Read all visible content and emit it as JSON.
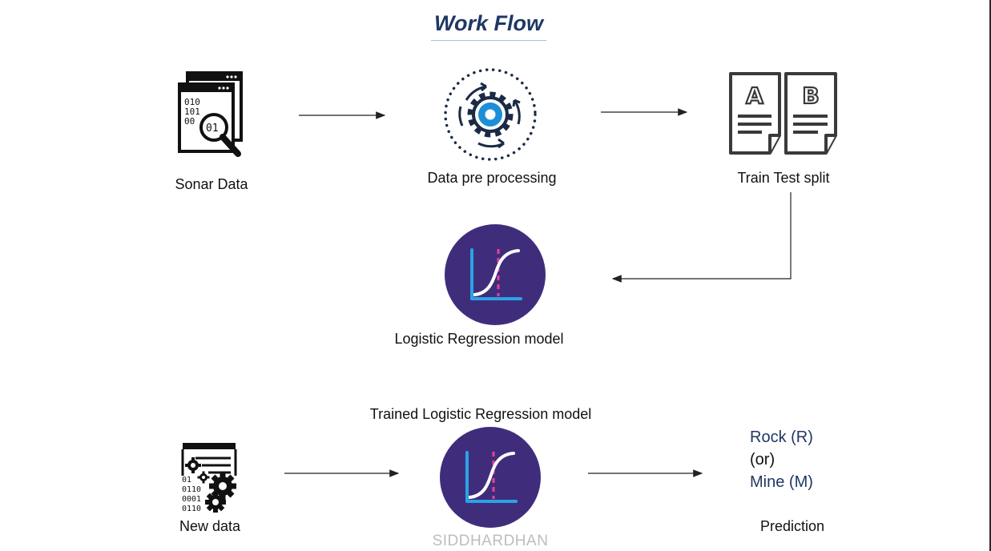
{
  "title": "Work Flow",
  "nodes": {
    "sonar_data": {
      "label": "Sonar Data",
      "icon": "data-search-icon"
    },
    "preprocessing": {
      "label": "Data pre processing",
      "icon": "gear-cycle-icon"
    },
    "split": {
      "label": "Train Test split",
      "icon": "documents-ab-icon"
    },
    "model": {
      "label": "Logistic Regression model",
      "icon": "logistic-curve-icon"
    },
    "new_data": {
      "label": "New data",
      "icon": "binary-gears-icon"
    },
    "trained_model": {
      "label": "Trained Logistic Regression model",
      "icon": "logistic-curve-icon"
    },
    "prediction": {
      "label": "Prediction"
    }
  },
  "doc_a_letter": "A",
  "doc_b_letter": "B",
  "outcome": {
    "line1": "Rock (R)",
    "line2": "(or)",
    "line3": "Mine (M)"
  },
  "watermark": "SIDDHARDHAN",
  "colors": {
    "title": "#1f3864",
    "outcome_blue": "#1f3864",
    "model_circle": "#3f2d7c",
    "gear_blue": "#1c8fd6",
    "curve_axis": "#29a3e6",
    "curve_dash": "#e8409a"
  }
}
